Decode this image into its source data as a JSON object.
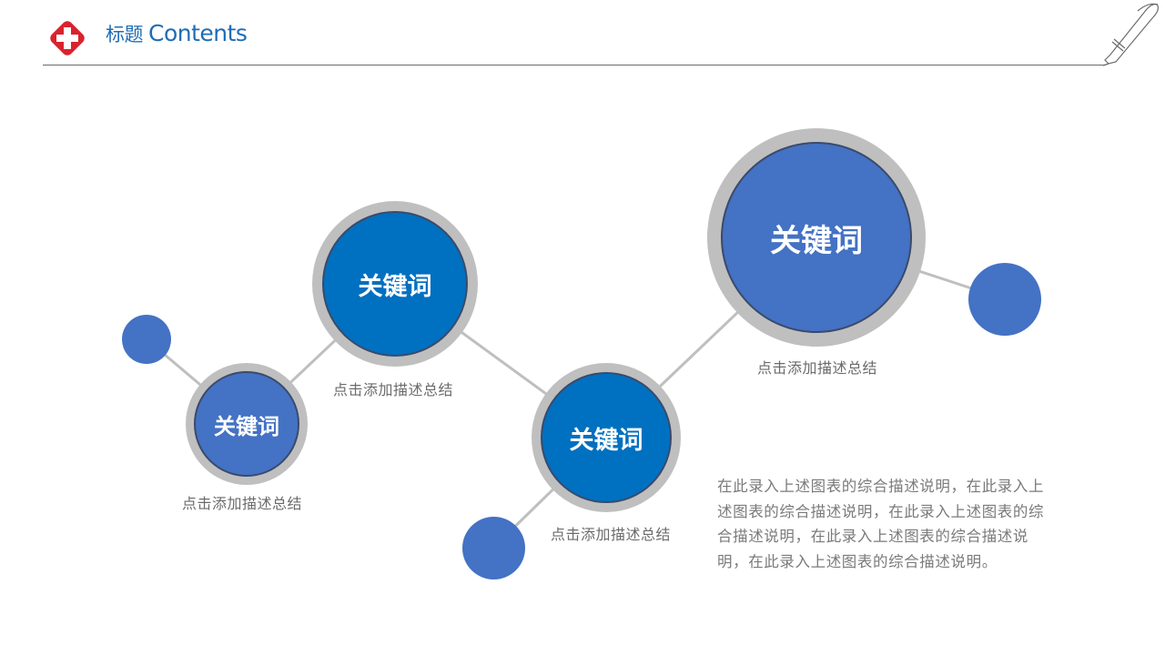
{
  "header": {
    "title_zh": "标题",
    "title_en": "Contents",
    "logo_icon": "red-cross-icon",
    "decor_icon": "pen-icon"
  },
  "colors": {
    "title": "#1F6DB5",
    "logo_red": "#D9232D",
    "ring_gray": "#BFBFBF",
    "node_blue_light": "#4472C4",
    "node_blue_dark": "#0070C0",
    "connector": "#BFBFBF",
    "caption_text": "#6B6B6B"
  },
  "nodes": [
    {
      "id": "node-1",
      "keyword": "关键词",
      "caption": "点击添加描述总结"
    },
    {
      "id": "node-2",
      "keyword": "关键词",
      "caption": "点击添加描述总结"
    },
    {
      "id": "node-3",
      "keyword": "关键词",
      "caption": "点击添加描述总结"
    },
    {
      "id": "node-4",
      "keyword": "关键词",
      "caption": "点击添加描述总结"
    }
  ],
  "description": "在此录入上述图表的综合描述说明，在此录入上述图表的综合描述说明，在此录入上述图表的综合描述说明，在此录入上述图表的综合描述说明，在此录入上述图表的综合描述说明。"
}
